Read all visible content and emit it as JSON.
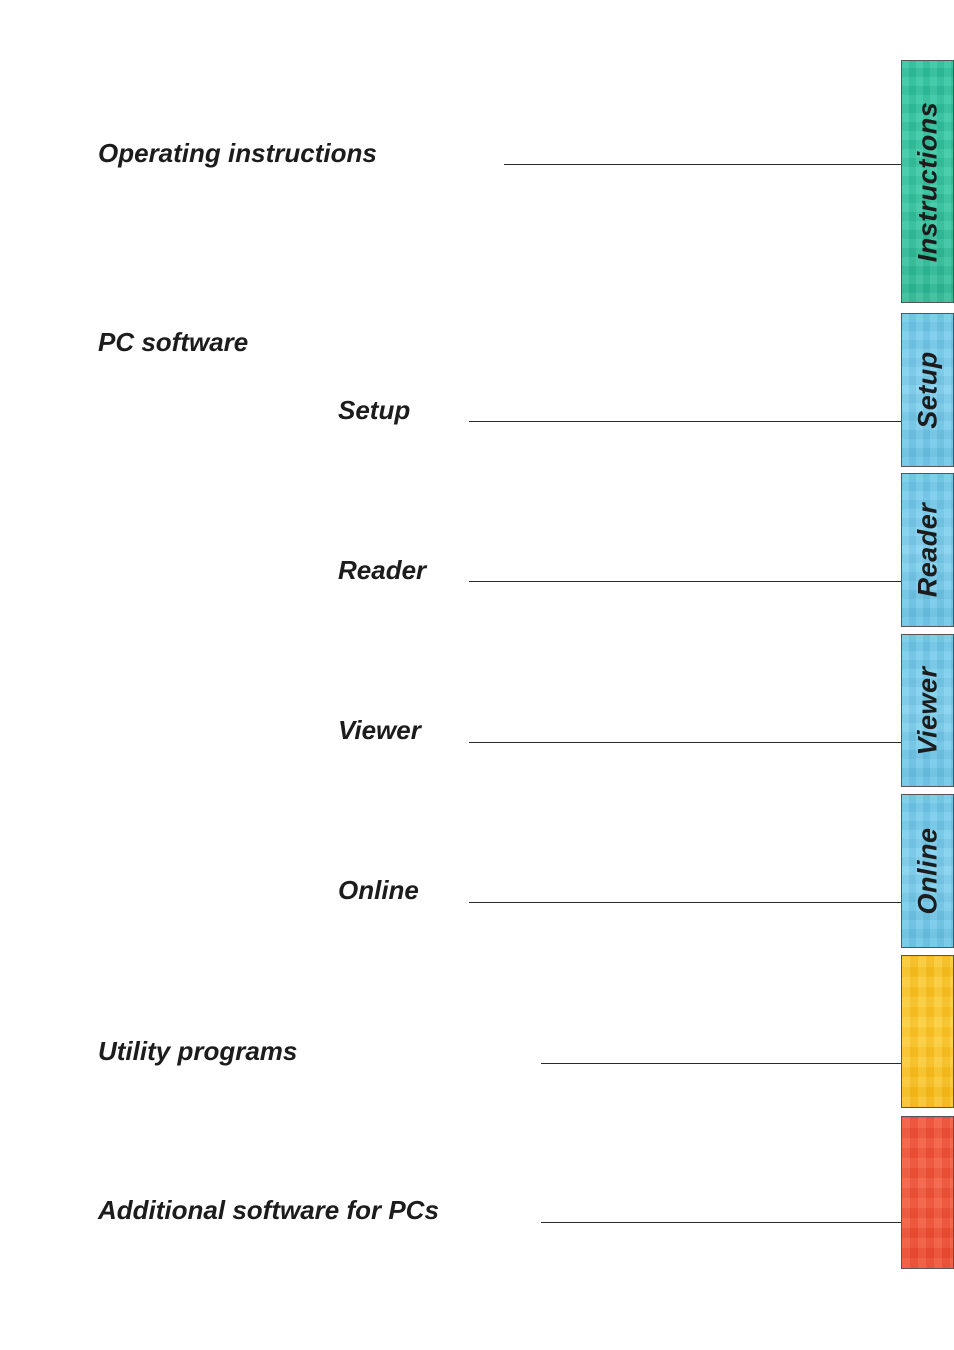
{
  "sections": {
    "operating_instructions": "Operating instructions",
    "pc_software": "PC software",
    "setup": "Setup",
    "reader": "Reader",
    "viewer": "Viewer",
    "online": "Online",
    "utility_programs": "Utility programs",
    "additional_software": "Additional software for PCs"
  },
  "tabs": {
    "instructions": "Instructions",
    "setup": "Setup",
    "reader": "Reader",
    "viewer": "Viewer",
    "online": "Online"
  },
  "colors": {
    "instructions_tab": "#34c4a0",
    "software_tabs": "#74cbec",
    "utility_tab": "#fac520",
    "additional_tab": "#f25538"
  }
}
